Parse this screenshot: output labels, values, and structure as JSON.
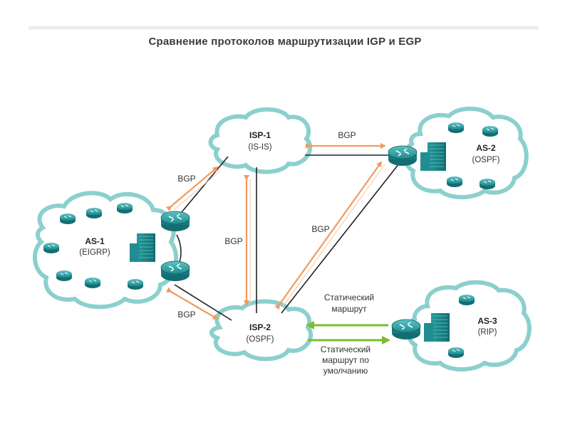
{
  "title": "Сравнение протоколов маршрутизации IGP и EGP",
  "clouds": {
    "isp1": {
      "name": "ISP-1",
      "protocol": "(IS-IS)"
    },
    "isp2": {
      "name": "ISP-2",
      "protocol": "(OSPF)"
    },
    "as1": {
      "name": "AS-1",
      "protocol": "(EIGRP)"
    },
    "as2": {
      "name": "AS-2",
      "protocol": "(OSPF)"
    },
    "as3": {
      "name": "AS-3",
      "protocol": "(RIP)"
    }
  },
  "labels": {
    "bgp_isp1_as2": "BGP",
    "bgp_as1_isp1": "BGP",
    "bgp_isp1_isp2": "BGP",
    "bgp_isp2_as2": "BGP",
    "bgp_as1_isp2": "BGP",
    "static_route": [
      "Статический",
      "маршрут"
    ],
    "default_static_route": [
      "Статический",
      "маршрут по",
      "умолчанию"
    ]
  },
  "colors": {
    "cloud_border": "#8bd0cd",
    "device_teal": "#1d8a8f",
    "bgp_arrow": "#f19a5e",
    "static_arrow": "#7dbb32"
  }
}
